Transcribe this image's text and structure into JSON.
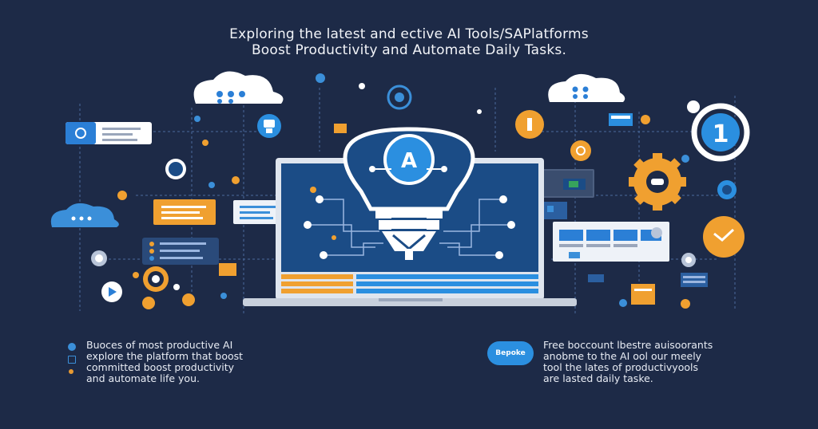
{
  "header": {
    "line1": "Exploring the latest and ective AI Tools/SAPlatforms",
    "line2": "Boost Productivity and Automate Daily Tasks."
  },
  "bulb_label": "A",
  "left_text": "Buoces of most productive AI\nexplore the platform that boost\ncommitted boost productivity\nand automate life you.",
  "right_text": "Free boccount lbestre auisoorants\nanobme to the AI ool our meely\ntool the lates of productivyools\nare lasted daily taske.",
  "right_logo": "Bepoke",
  "badge_one": "1",
  "colors": {
    "background": "#1d2a47",
    "accent_blue": "#2b8fe0",
    "accent_orange": "#f0a030",
    "screen": "#1b4c86"
  }
}
